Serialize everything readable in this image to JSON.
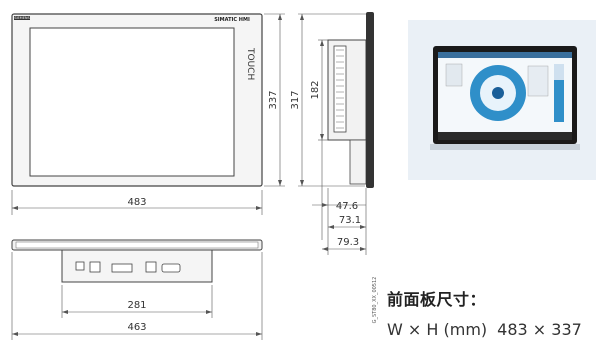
{
  "front_view": {
    "brand_left": "SIEMENS",
    "brand_right": "SIMATIC HMI",
    "side_label": "TOUCH",
    "width_label": "483",
    "height_outer_label": "337",
    "height_inner_label": "317"
  },
  "side_view": {
    "height_label": "182",
    "depth_1_label": "47.6",
    "depth_2_label": "73.1",
    "depth_3_label": "79.3"
  },
  "bottom_view": {
    "inner_width_label": "281",
    "outer_width_label": "463"
  },
  "image_code": "G_ST80_XX_00512",
  "panel_info": {
    "title": "前面板尺寸：",
    "dims_label": "W × H (mm)",
    "dims_value": "483 × 337"
  },
  "colors": {
    "line": "#444444",
    "dim_line": "#555555",
    "frame_fill": "#f2f2f2",
    "screen_fill": "#ffffff"
  }
}
